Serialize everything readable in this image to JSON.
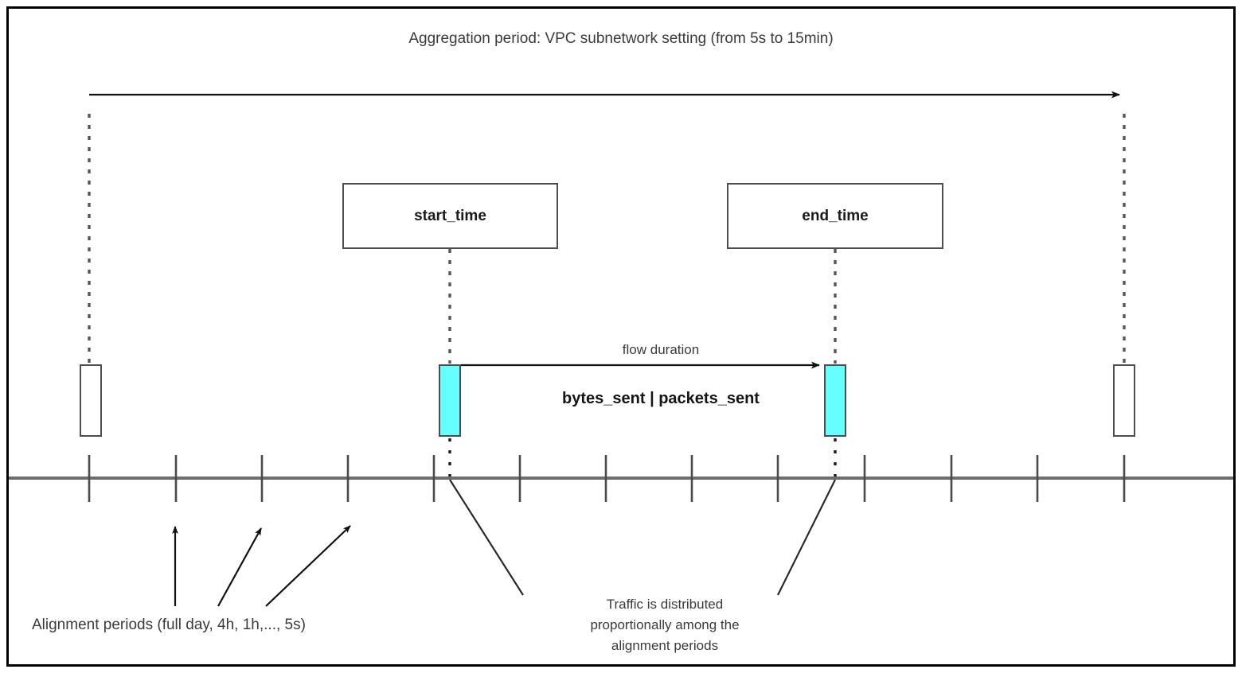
{
  "diagram": {
    "title": "Aggregation period: VPC subnetwork setting (from 5s to 15min)",
    "boxes": {
      "start_time": "start_time",
      "end_time": "end_time"
    },
    "labels": {
      "flow_duration": "flow duration",
      "bytes_packets": "bytes_sent | packets_sent",
      "alignment_periods": "Alignment periods (full day, 4h, 1h,..., 5s)",
      "traffic_note_line1": "Traffic is distributed",
      "traffic_note_line2": "proportionally among the",
      "traffic_note_line3": "alignment periods"
    },
    "colors": {
      "flow_bar_fill": "#66FFFF",
      "stroke": "#4d4d4d",
      "axis": "#6e6e6e",
      "text": "#3b3b3b",
      "frame": "#000000"
    }
  }
}
